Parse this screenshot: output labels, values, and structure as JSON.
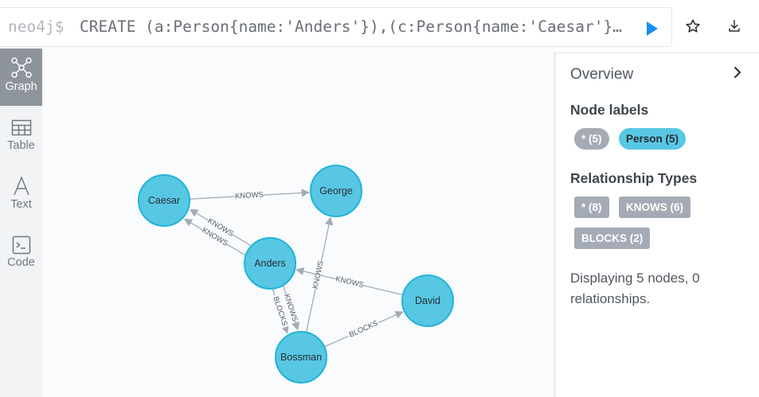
{
  "query_bar": {
    "prompt": "neo4j$",
    "query": "CREATE (a:Person{name:'Anders'}),(c:Person{name:'Caesar'}),(b:Person{name:'Bossman'}),(g:Person{name:'George'}),(d:Person{name:'David'})",
    "run_icon": "play-icon",
    "favorite_icon": "star-icon",
    "download_icon": "download-icon"
  },
  "sidebar": {
    "items": [
      {
        "label": "Graph",
        "icon": "graph-icon",
        "active": true
      },
      {
        "label": "Table",
        "icon": "table-icon",
        "active": false
      },
      {
        "label": "Text",
        "icon": "text-icon",
        "active": false
      },
      {
        "label": "Code",
        "icon": "code-icon",
        "active": false
      }
    ]
  },
  "graph": {
    "nodes": [
      "Caesar",
      "George",
      "Anders",
      "David",
      "Bossman"
    ],
    "relationships": [
      {
        "from": "Caesar",
        "to": "George",
        "type": "KNOWS"
      },
      {
        "from": "Anders",
        "to": "Caesar",
        "type": "KNOWS"
      },
      {
        "from": "Anders",
        "to": "Caesar",
        "type": "KNOWS"
      },
      {
        "from": "Anders",
        "to": "Bossman",
        "type": "BLOCKS"
      },
      {
        "from": "Anders",
        "to": "Bossman",
        "type": "KNOWS"
      },
      {
        "from": "Bossman",
        "to": "George",
        "type": "KNOWS"
      },
      {
        "from": "David",
        "to": "Anders",
        "type": "KNOWS"
      },
      {
        "from": "Bossman",
        "to": "David",
        "type": "BLOCKS"
      }
    ],
    "node_color": "#57c7e3",
    "node_border": "#23b3d7",
    "edge_color": "#a5abb6"
  },
  "overview": {
    "title": "Overview",
    "node_labels_heading": "Node labels",
    "node_labels": [
      "* (5)",
      "Person (5)"
    ],
    "rel_types_heading": "Relationship Types",
    "rel_types": [
      "* (8)",
      "KNOWS (6)",
      "BLOCKS (2)"
    ],
    "summary": "Displaying 5 nodes, 0 relationships.",
    "collapse_icon": "chevron-right-icon"
  }
}
